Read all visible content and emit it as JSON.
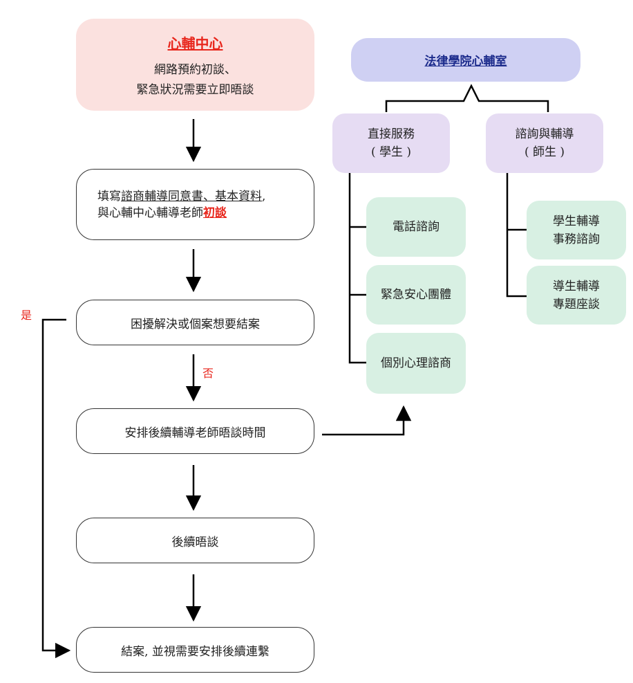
{
  "center": {
    "title": "心輔中心",
    "line1": "網路預約初談、",
    "line2": "緊急狀況需要立即晤談"
  },
  "flow": {
    "step1_pre": "填寫",
    "step1_forms": "諮商輔導同意書、基本資料",
    "step1_comma": ",",
    "step1_line2": "與心輔中心輔導老師",
    "step1_first": "初談",
    "step2": "困擾解決或個案想要結案",
    "step3": "安排後續輔導老師晤談時間",
    "step4": "後續晤談",
    "step5": "結案, 並視需要安排後續連繫",
    "yes": "是",
    "no": "否"
  },
  "law": {
    "title": "法律學院心輔室",
    "direct_l1": "直接服務",
    "direct_l2": "( 學生 )",
    "consult_l1": "諮詢與輔導",
    "consult_l2": "( 師生 )",
    "direct_items": [
      "電話諮詢",
      "緊急安心團體",
      "個別心理諮商"
    ],
    "consult_items": [
      {
        "l1": "學生輔導",
        "l2": "事務諮詢"
      },
      {
        "l1": "導生輔導",
        "l2": "專題座談"
      }
    ]
  },
  "colors": {
    "center_bg": "#fbe1df",
    "law_bg": "#cfd0f3",
    "category_bg": "#e6dcf3",
    "item_bg": "#d8f0e3",
    "highlight": "#e8261c",
    "link": "#1c2b8c"
  }
}
